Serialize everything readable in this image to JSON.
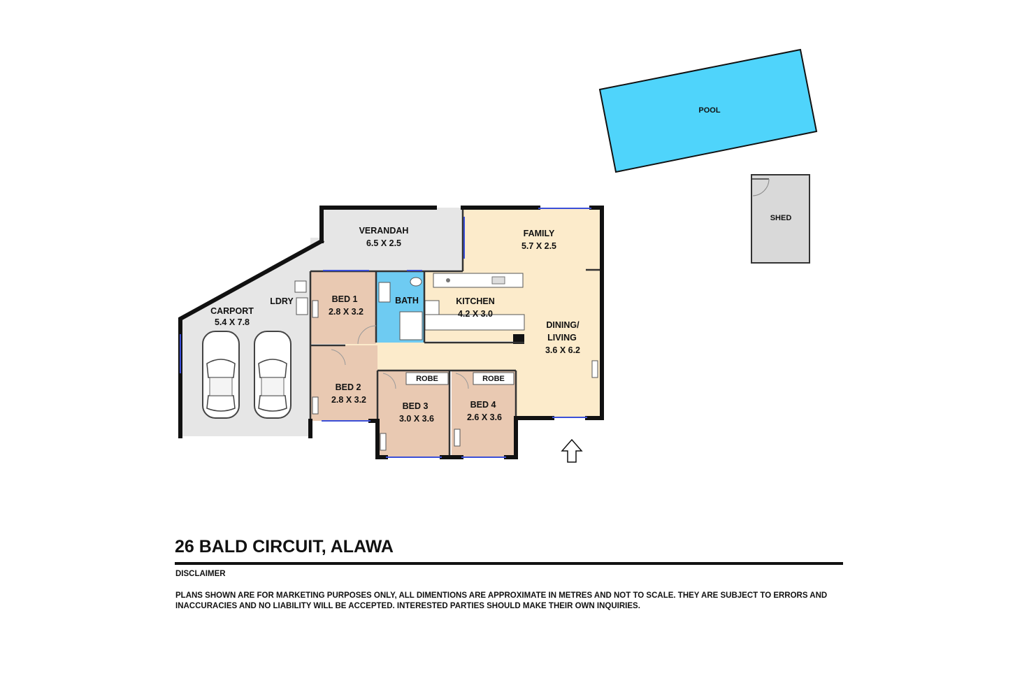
{
  "plan": {
    "title": "26 BALD CIRCUIT, ALAWA",
    "disclaimer_heading": "DISCLAIMER",
    "disclaimer_text": "PLANS SHOWN ARE FOR MARKETING PURPOSES ONLY, ALL DIMENTIONS ARE APPROXIMATE IN METRES AND NOT TO SCALE. THEY ARE SUBJECT TO ERRORS AND INACCURACIES AND NO LIABILITY WILL BE ACCEPTED. INTERESTED PARTIES SHOULD MAKE THEIR OWN INQUIRIES."
  },
  "rooms": {
    "pool": "POOL",
    "shed": "SHED",
    "verandah": {
      "name": "VERANDAH",
      "size": "6.5 X 2.5"
    },
    "family": {
      "name": "FAMILY",
      "size": "5.7 X 2.5"
    },
    "carport": {
      "name": "CARPORT",
      "size": "5.4 X 7.8"
    },
    "laundry": "LDRY",
    "bed1": {
      "name": "BED 1",
      "size": "2.8 X 3.2"
    },
    "bath": "BATH",
    "kitchen": {
      "name": "KITCHEN",
      "size": "4.2 X 3.0"
    },
    "dining": {
      "name1": "DINING/",
      "name2": "LIVING",
      "size": "3.6 X 6.2"
    },
    "bed2": {
      "name": "BED 2",
      "size": "2.8 X 3.2"
    },
    "bed3": {
      "name": "BED 3",
      "size": "3.0 X 3.6"
    },
    "bed4": {
      "name": "BED 4",
      "size": "2.6 X 3.6"
    },
    "robe3": "ROBE",
    "robe4": "ROBE"
  },
  "colors": {
    "pool": "#4fd4fb",
    "shed": "#d9d9d9",
    "outdoor": "#e6e6e6",
    "living": "#fcebcb",
    "bedroom": "#e9c9b2",
    "bath": "#6ecbf2",
    "wall": "#111111",
    "window": "#3b4fd8"
  }
}
